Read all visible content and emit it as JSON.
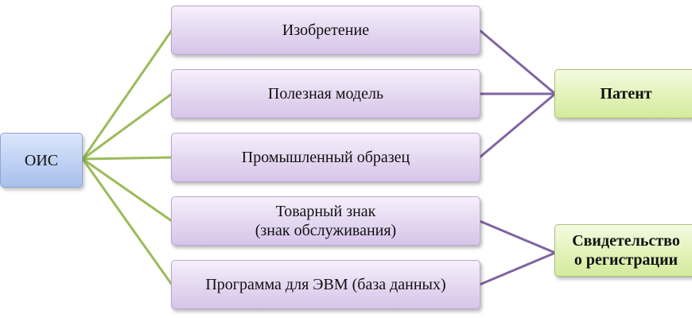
{
  "root": {
    "label": "ОИС"
  },
  "objects": [
    {
      "label_lines": [
        "Изобретение"
      ]
    },
    {
      "label_lines": [
        "Полезная модель"
      ]
    },
    {
      "label_lines": [
        "Промышленный образец"
      ]
    },
    {
      "label_lines": [
        "Товарный знак",
        "(знак обслуживания)"
      ]
    },
    {
      "label_lines": [
        "Программа для ЭВМ (база данных)"
      ]
    }
  ],
  "documents": [
    {
      "label_lines": [
        "Патент"
      ]
    },
    {
      "label_lines": [
        "Свидетельство",
        "о регистрации"
      ]
    }
  ],
  "colors": {
    "root_to_object_line": "#9bbb59",
    "object_to_document_line": "#8064a2",
    "root_fill": "#bccff3",
    "object_fill": "#e4d7f1",
    "document_fill": "#e3f2b8"
  }
}
